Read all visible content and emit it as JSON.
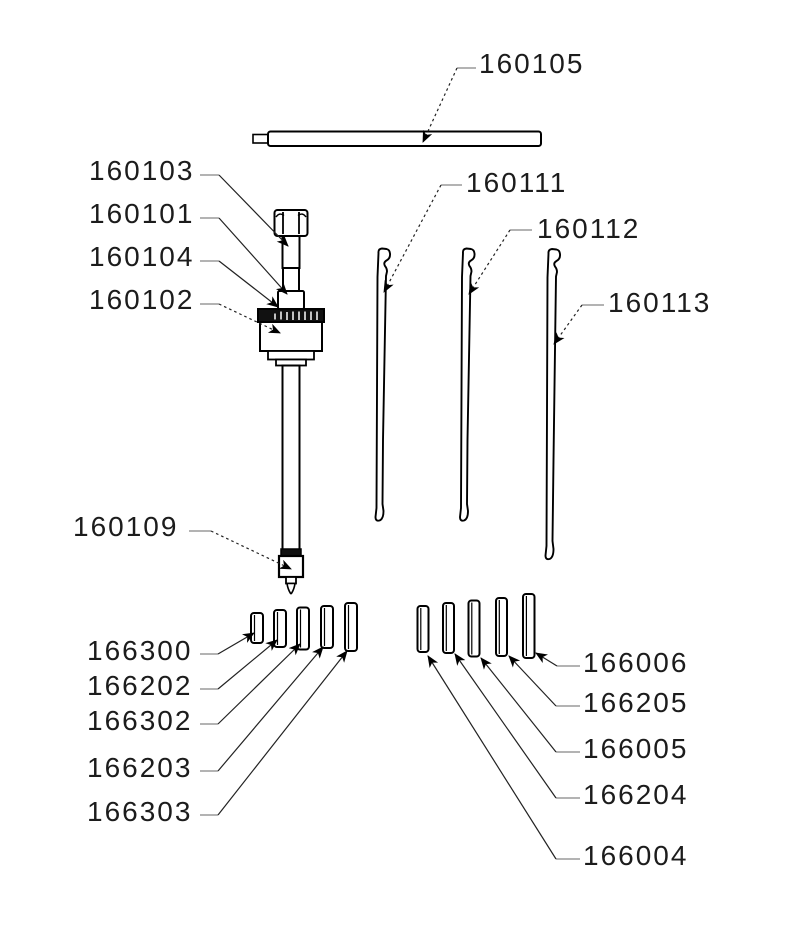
{
  "diagram": {
    "kind": "exploded-parts-diagram",
    "background": "#ffffff",
    "line_color": "#000000",
    "labels": {
      "p160105": "160105",
      "p160103": "160103",
      "p160101": "160101",
      "p160104": "160104",
      "p160102": "160102",
      "p160109": "160109",
      "p160111": "160111",
      "p160112": "160112",
      "p160113": "160113",
      "p166300": "166300",
      "p166202": "166202",
      "p166302": "166302",
      "p166203": "166203",
      "p166303": "166303",
      "p166006": "166006",
      "p166205": "166205",
      "p166005": "166005",
      "p166204": "166204",
      "p166004": "166004"
    }
  }
}
